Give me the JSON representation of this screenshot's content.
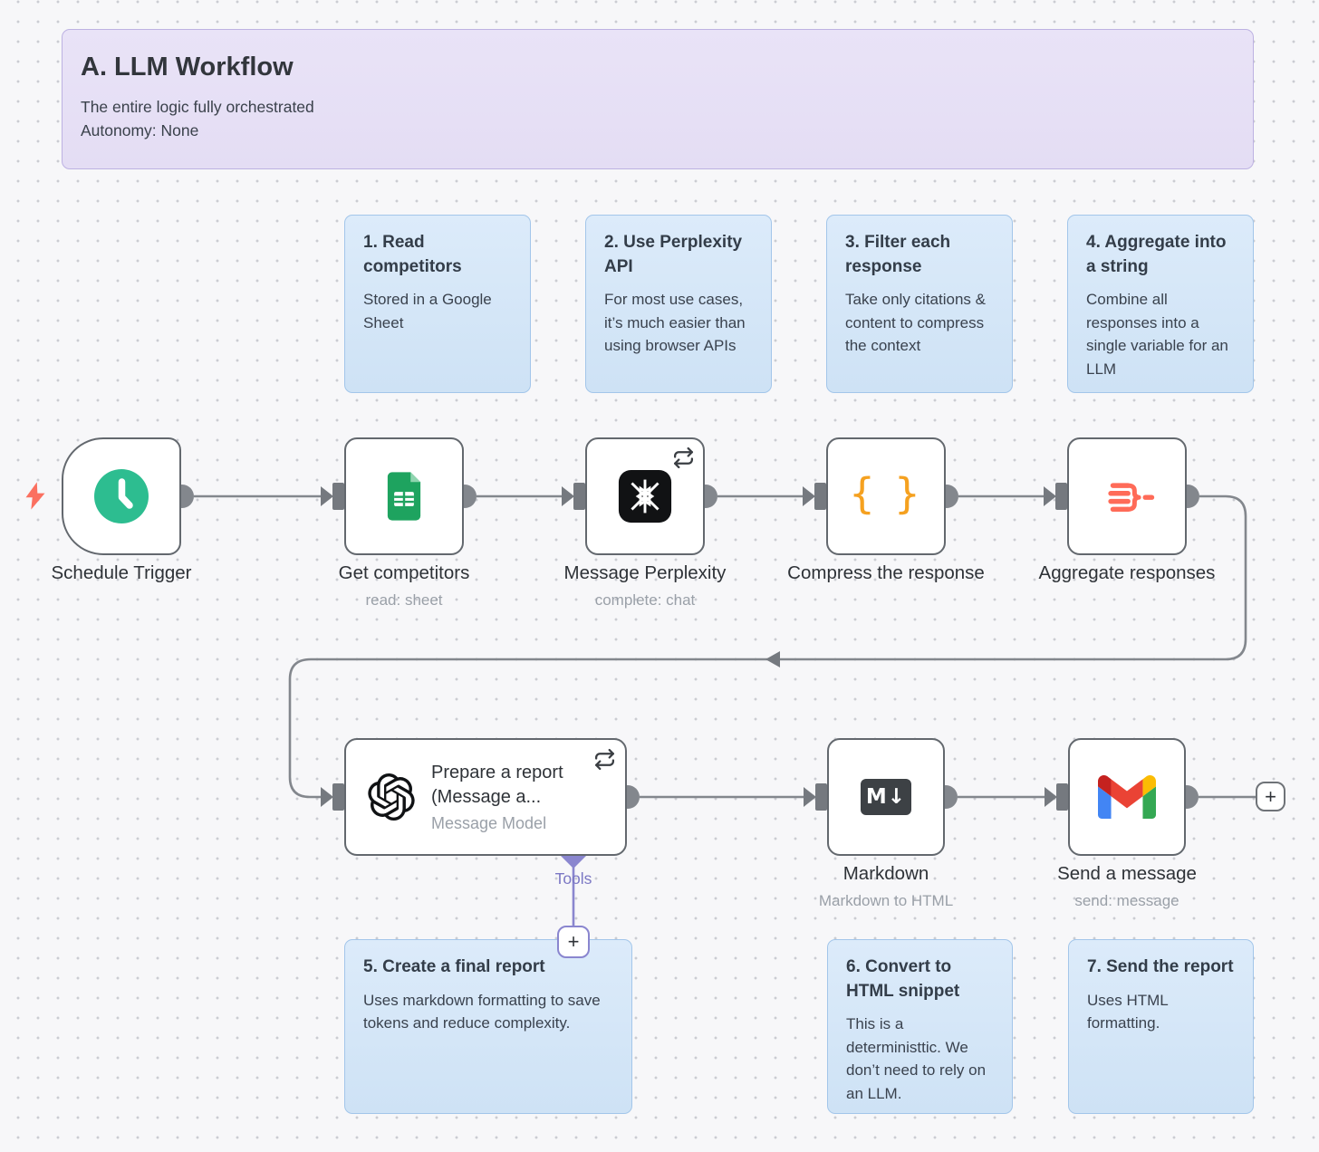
{
  "header": {
    "title": "A. LLM Workflow",
    "subtitle_line1": "The entire logic fully orchestrated",
    "subtitle_line2": "Autonomy: None"
  },
  "notes_top": [
    {
      "title": "1. Read competitors",
      "body": "Stored in a Google Sheet"
    },
    {
      "title": "2. Use Perplexity API",
      "body": "For most use cases, it’s much easier than using browser APIs"
    },
    {
      "title": "3. Filter each response",
      "body": "Take only citations & content to compress the context"
    },
    {
      "title": "4. Aggregate into a string",
      "body": "Combine all responses into a single variable for an LLM"
    }
  ],
  "notes_bottom": [
    {
      "title": "5. Create a final report",
      "body": "Uses markdown formatting to save tokens and reduce complexity."
    },
    {
      "title": "6. Convert to HTML snippet",
      "body": "This is a deterministtic. We don’t need to rely on an LLM."
    },
    {
      "title": "7. Send the report",
      "body": "Uses HTML formatting."
    }
  ],
  "nodes": {
    "schedule": {
      "label": "Schedule Trigger"
    },
    "sheets": {
      "label": "Get competitors",
      "sublabel": "read: sheet"
    },
    "perplexity": {
      "label": "Message Perplexity",
      "sublabel": "complete: chat"
    },
    "compress": {
      "label": "Compress the response"
    },
    "aggregate": {
      "label": "Aggregate responses"
    },
    "prepare": {
      "title": "Prepare a report (Message a...",
      "subtitle": "Message Model",
      "tools_label": "Tools"
    },
    "markdown": {
      "label": "Markdown",
      "sublabel": "Markdown to HTML"
    },
    "gmail": {
      "label": "Send a message",
      "sublabel": "send: message"
    }
  },
  "icons": {
    "markdown_glyph": "M↓",
    "braces_glyph": "{ }",
    "plus_glyph": "+"
  },
  "colors": {
    "note_blue_fill": "#d6e7f8",
    "note_blue_border": "#a3c6ea",
    "header_purple_fill": "#e7e1f5",
    "trigger_green": "#2dbd90",
    "sheets_green": "#1ea35f",
    "compress_orange": "#f5a120",
    "aggregate_coral": "#ff6b58",
    "tools_purple": "#8a86cf",
    "connector_gray": "#83878d",
    "bolt_coral": "#fb7060"
  }
}
